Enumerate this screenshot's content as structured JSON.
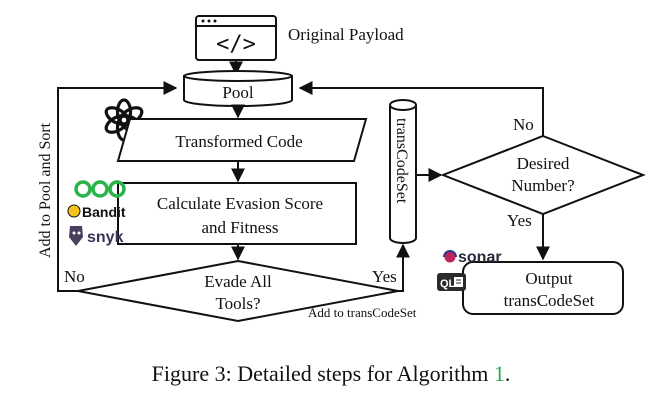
{
  "nodes": {
    "original_payload": "Original Payload",
    "pool": "Pool",
    "transformed_code": "Transformed Code",
    "evasion_line1": "Calculate Evasion Score",
    "evasion_line2": "and Fitness",
    "evade_line1": "Evade All",
    "evade_line2": "Tools?",
    "desired_line1": "Desired",
    "desired_line2": "Number?",
    "transcodeset": "transCodeSet",
    "output_line1": "Output",
    "output_line2": "transCodeSet"
  },
  "edges": {
    "add_to_pool_sort": "Add to Pool and Sort",
    "no_left": "No",
    "yes_evade": "Yes",
    "add_to_transcodeset": "Add to transCodeSet",
    "no_desired": "No",
    "yes_desired": "Yes"
  },
  "logos": {
    "bandit": "Bandit",
    "snyk": "snyk",
    "sonar": "sonar",
    "ql": "QL"
  },
  "icons": [
    "code-window-icon",
    "openai-logo-icon",
    "bandit-logo-icon",
    "snyk-logo-icon",
    "sonar-logo-icon",
    "codeql-logo-icon"
  ],
  "caption": {
    "prefix": "Figure 3: Detailed steps for Algorithm ",
    "ref": "1",
    "suffix": "."
  },
  "colors": {
    "bandit_green": "#2bb34a",
    "bandit_yellow": "#f2c318",
    "ref_link": "#2aa84a",
    "sonar_pink": "#c0245c"
  }
}
